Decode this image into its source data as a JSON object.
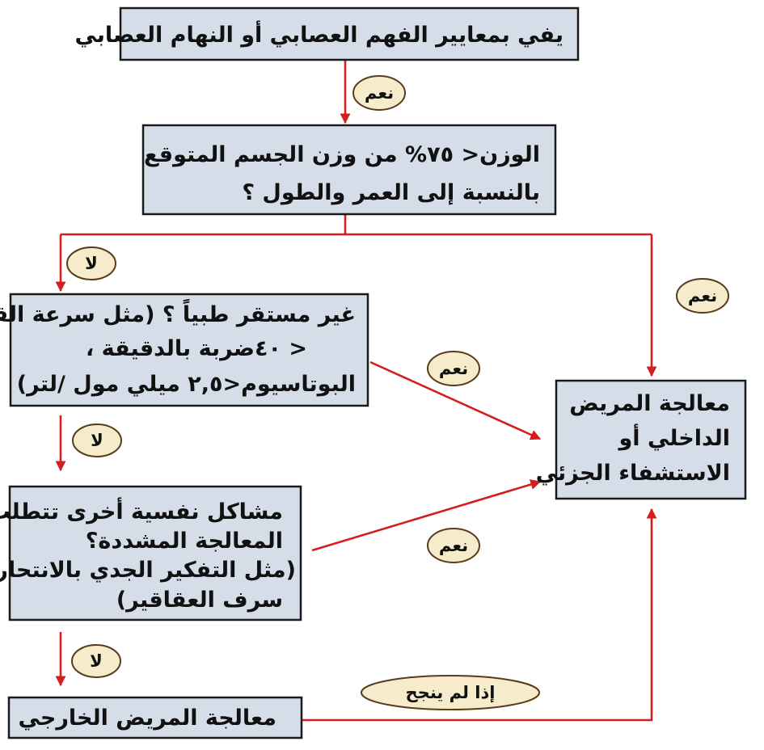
{
  "colors": {
    "box_fill": "#d4dde8",
    "box_border": "#1a1a1a",
    "arrow": "#d21e1e",
    "label_fill": "#f6eccb",
    "label_border": "#5a3a1a"
  },
  "nodes": {
    "criteria": {
      "lines": [
        "يفي بمعايير الفهم العصابي أو النهام العصابي"
      ]
    },
    "weight": {
      "lines": [
        "الوزن< ٧٥% من وزن الجسم المتوقع",
        "بالنسبة إلى العمر والطول ؟"
      ]
    },
    "medical": {
      "lines": [
        "غير مستقر طبياً ؟ (مثل سرعة القلب",
        "< ٤٠ضربة بالدقيقة ،",
        "البوتاسيوم<٢,٥ ميلي مول /لتر)"
      ]
    },
    "psych": {
      "lines": [
        "مشاكل نفسية أخرى تتطلب",
        "المعالجة المشددة؟",
        "(مثل التفكير الجدي بالانتحار،",
        "سرف العقاقير)"
      ]
    },
    "inpatient": {
      "lines": [
        "معالجة المريض",
        "الداخلي أو",
        "الاستشفاء الجزئي"
      ]
    },
    "outpatient": {
      "lines": [
        "معالجة المريض الخارجي"
      ]
    }
  },
  "labels": {
    "yes_1": "نعم",
    "no_1": "لا",
    "yes_2": "نعم",
    "yes_3": "نعم",
    "no_2": "لا",
    "yes_4": "نعم",
    "no_3": "لا",
    "if_fail": "إذا لم ينجح"
  }
}
